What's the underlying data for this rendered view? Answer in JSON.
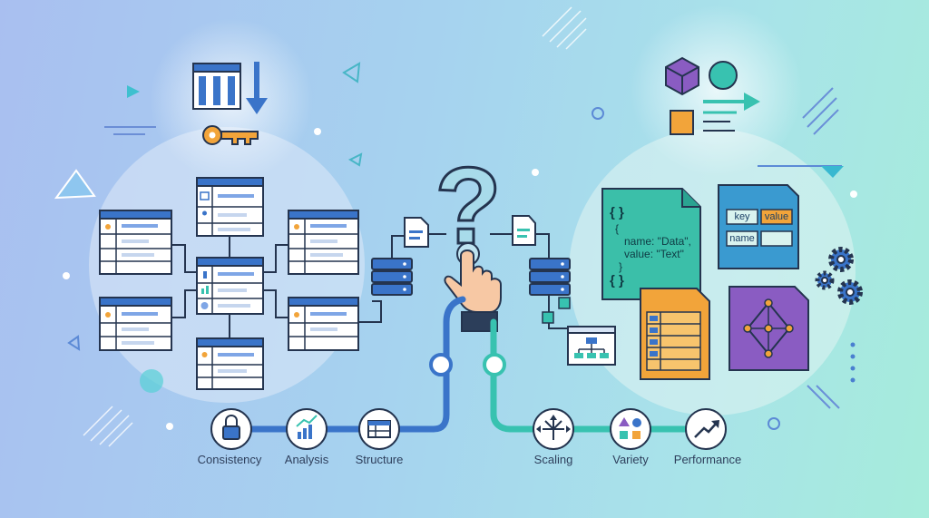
{
  "code_card": {
    "brace_open": "{ }",
    "line_open": "{",
    "line_name": "name: \"Data\",",
    "line_value": "value: \"Text\"",
    "line_close": "}",
    "brace_close": "{ }"
  },
  "kv_card": {
    "key_label": "key",
    "value_label": "value",
    "name_label": "name"
  },
  "question_mark": "?",
  "benefits": {
    "left": [
      "Consistency",
      "Analysis",
      "Structure"
    ],
    "right": [
      "Scaling",
      "Variety",
      "Performance"
    ]
  },
  "colors": {
    "sql_blue": "#3a74c9",
    "nosql_teal": "#38c2b0",
    "orange": "#f2a43a",
    "purple": "#8a5cc2",
    "dark_outline": "#24344f"
  }
}
